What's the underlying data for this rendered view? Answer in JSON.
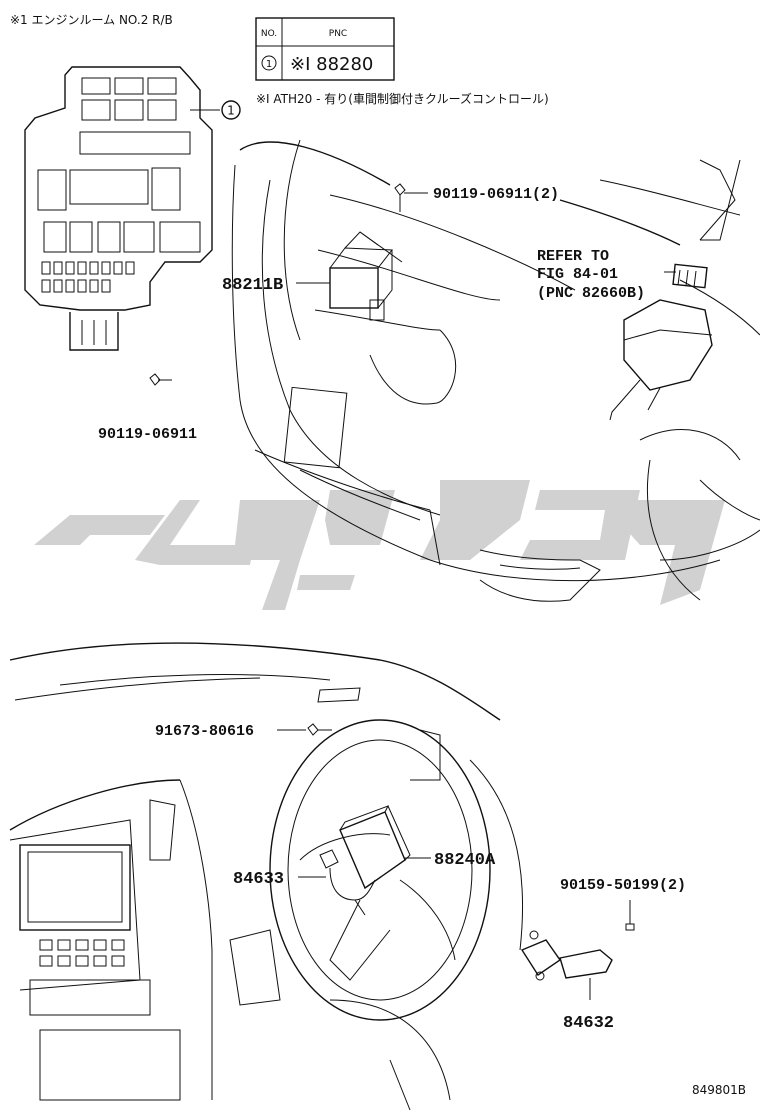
{
  "header": {
    "note_engine_room": "※1 エンジンルーム NO.2 R/B",
    "table_col_no": "NO.",
    "table_col_pnc": "PNC",
    "table_row_no": "1",
    "table_row_pnc": "※I 88280",
    "footnote": "※I ATH20 - 有り(車間制御付きクルーズコントロール)"
  },
  "labels": {
    "p1": "90119-06911(2)",
    "p2": "88211B",
    "p3": "90119-06911",
    "refer1": "REFER TO",
    "refer2": "FIG 84-01",
    "refer3": "(PNC 82660B)",
    "p4": "91673-80616",
    "p5": "88240A",
    "p6": "84633",
    "p7": "90159-50199(2)",
    "p8": "84632",
    "fig_code": "849801B"
  }
}
